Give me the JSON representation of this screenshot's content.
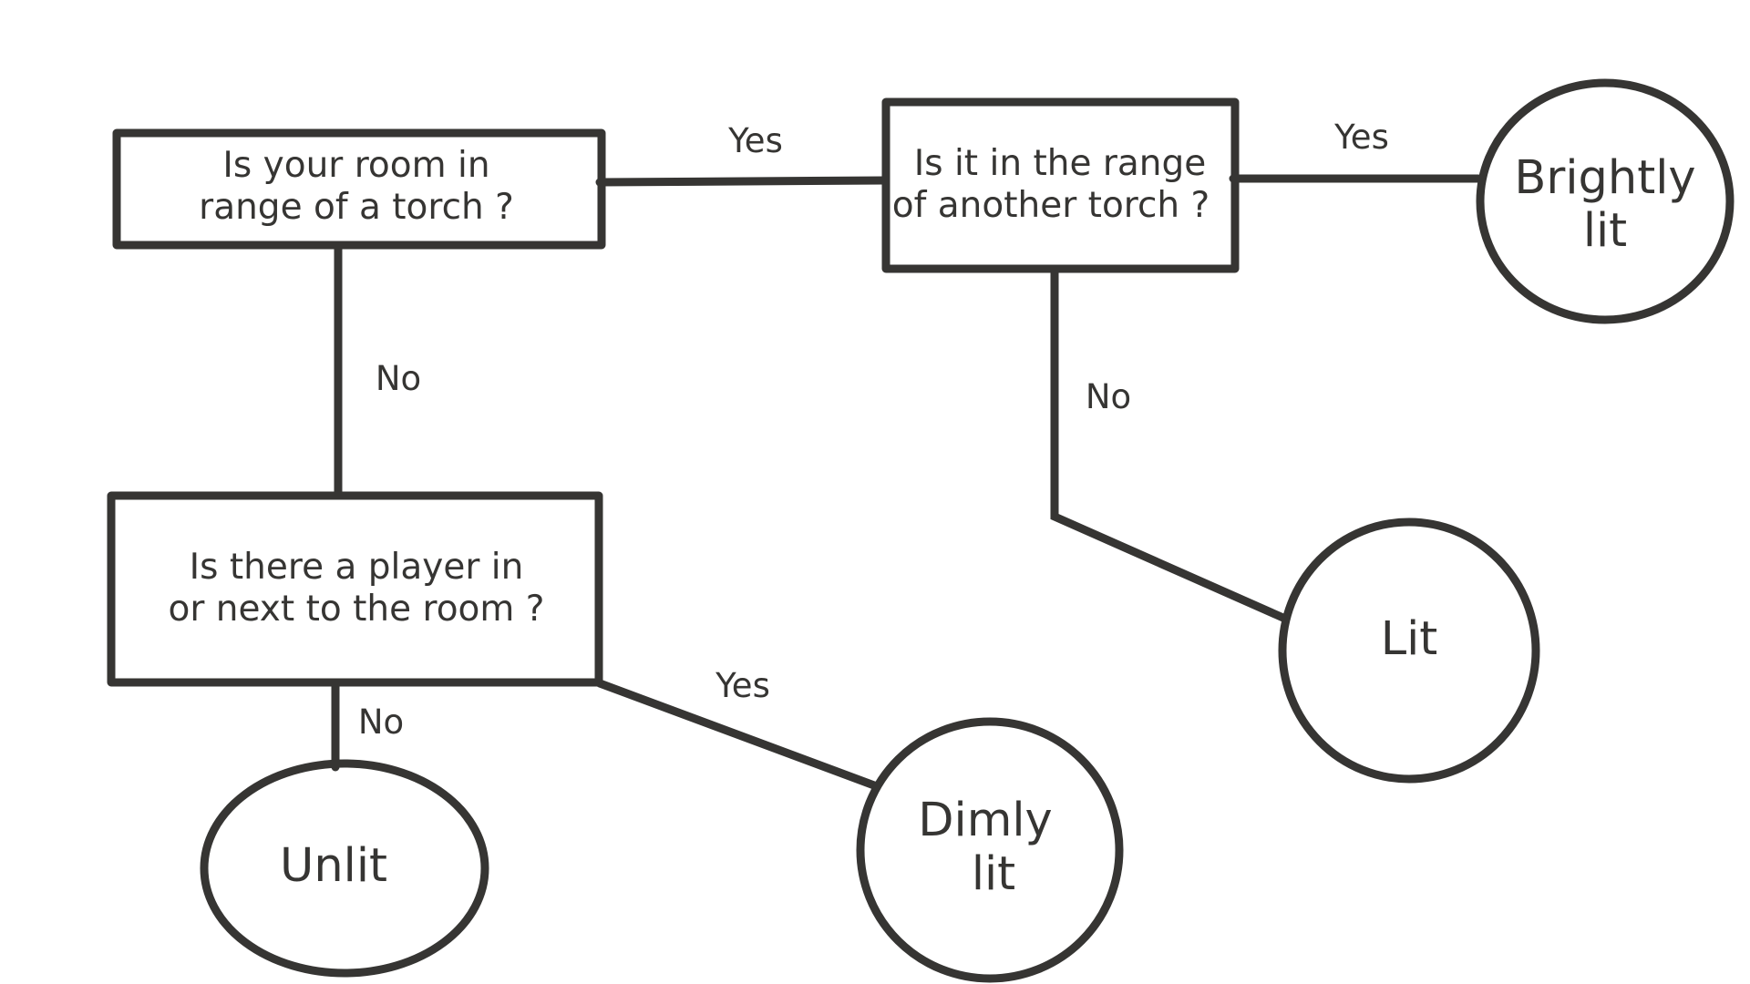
{
  "questions": {
    "q1": {
      "line1": "Is your room in",
      "line2": "range of a torch ?"
    },
    "q2": {
      "line1": "Is it in the range",
      "line2": "of another torch ?"
    },
    "q3": {
      "line1": "Is there a player in",
      "line2": "or next to the room ?"
    }
  },
  "outcomes": {
    "brightly_lit": {
      "line1": "Brightly",
      "line2": "lit"
    },
    "lit": {
      "line1": "Lit"
    },
    "dimly_lit": {
      "line1": "Dimly",
      "line2": "lit"
    },
    "unlit": {
      "line1": "Unlit"
    }
  },
  "edges": {
    "q1_yes": "Yes",
    "q1_no": "No",
    "q2_yes": "Yes",
    "q2_no": "No",
    "q3_yes": "Yes",
    "q3_no": "No"
  }
}
